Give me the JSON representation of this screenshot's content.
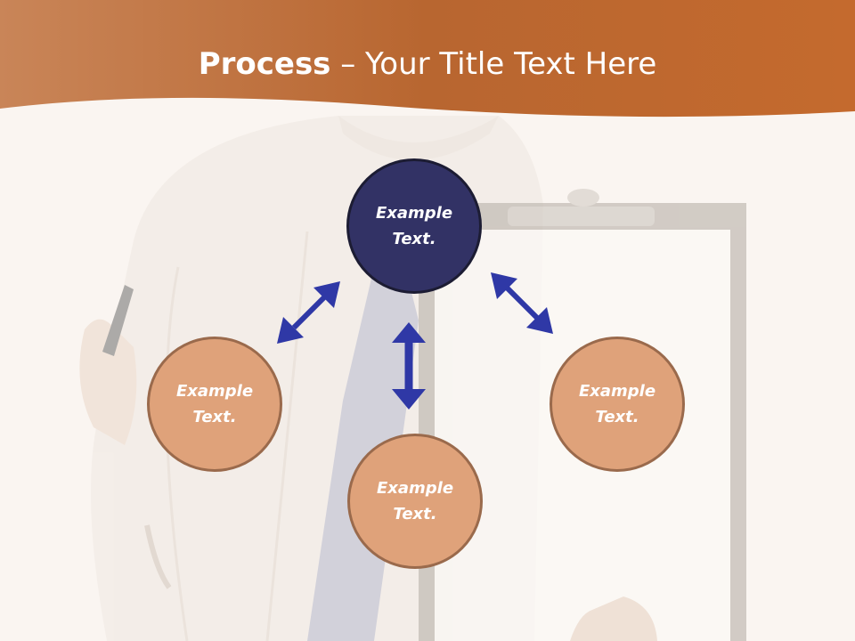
{
  "slide": {
    "title_bold": "Process",
    "title_rest": " – Your Title Text Here"
  },
  "diagram": {
    "center": {
      "label": "Example Text."
    },
    "left": {
      "label": "Example Text."
    },
    "bottom": {
      "label": "Example Text."
    },
    "right": {
      "label": "Example Text."
    }
  },
  "colors": {
    "header": "#c9743a",
    "center_node": "#323265",
    "outer_node": "#dfa27a",
    "arrow": "#2f38a6"
  }
}
